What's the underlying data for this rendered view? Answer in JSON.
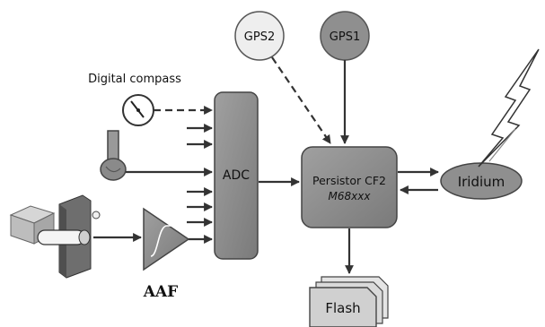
{
  "labels": {
    "gps2": "GPS2",
    "gps1": "GPS1",
    "digital_compass": "Digital compass",
    "adc": "ADC",
    "persistor_line1": "Persistor CF2",
    "persistor_line2": "M68xxx",
    "iridium": "Iridium",
    "flash": "Flash",
    "aaf": "AAF"
  },
  "colors": {
    "block_fill": "#8c8c8c",
    "gps1_fill": "#8f8f8f",
    "gps2_fill": "#eeeeee",
    "stroke": "#444444",
    "background": "#ffffff"
  }
}
